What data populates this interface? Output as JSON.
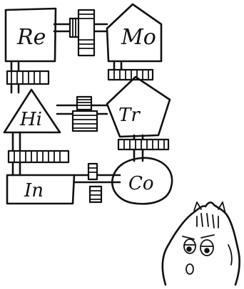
{
  "nodes": {
    "re": {
      "label": "Re",
      "shape": "square"
    },
    "mo": {
      "label": "Mo",
      "shape": "house"
    },
    "hi": {
      "label": "Hi",
      "shape": "triangle"
    },
    "tr": {
      "label": "Tr",
      "shape": "pentagon"
    },
    "in": {
      "label": "In",
      "shape": "rectangle"
    },
    "co": {
      "label": "Co",
      "shape": "circle"
    }
  },
  "connectors": [
    {
      "from": "re",
      "to": "mo",
      "type": "gear"
    },
    {
      "from": "re",
      "to": "hi",
      "type": "gear"
    },
    {
      "from": "mo",
      "to": "tr",
      "type": "gear"
    },
    {
      "from": "hi",
      "to": "tr",
      "type": "gear"
    },
    {
      "from": "hi",
      "to": "in",
      "type": "gear"
    },
    {
      "from": "tr",
      "to": "co",
      "type": "gear"
    },
    {
      "from": "in",
      "to": "co",
      "type": "gear"
    }
  ],
  "character": {
    "icon": "blob-creature-icon"
  },
  "colors": {
    "ink": "#111111",
    "paper": "#ffffff"
  }
}
